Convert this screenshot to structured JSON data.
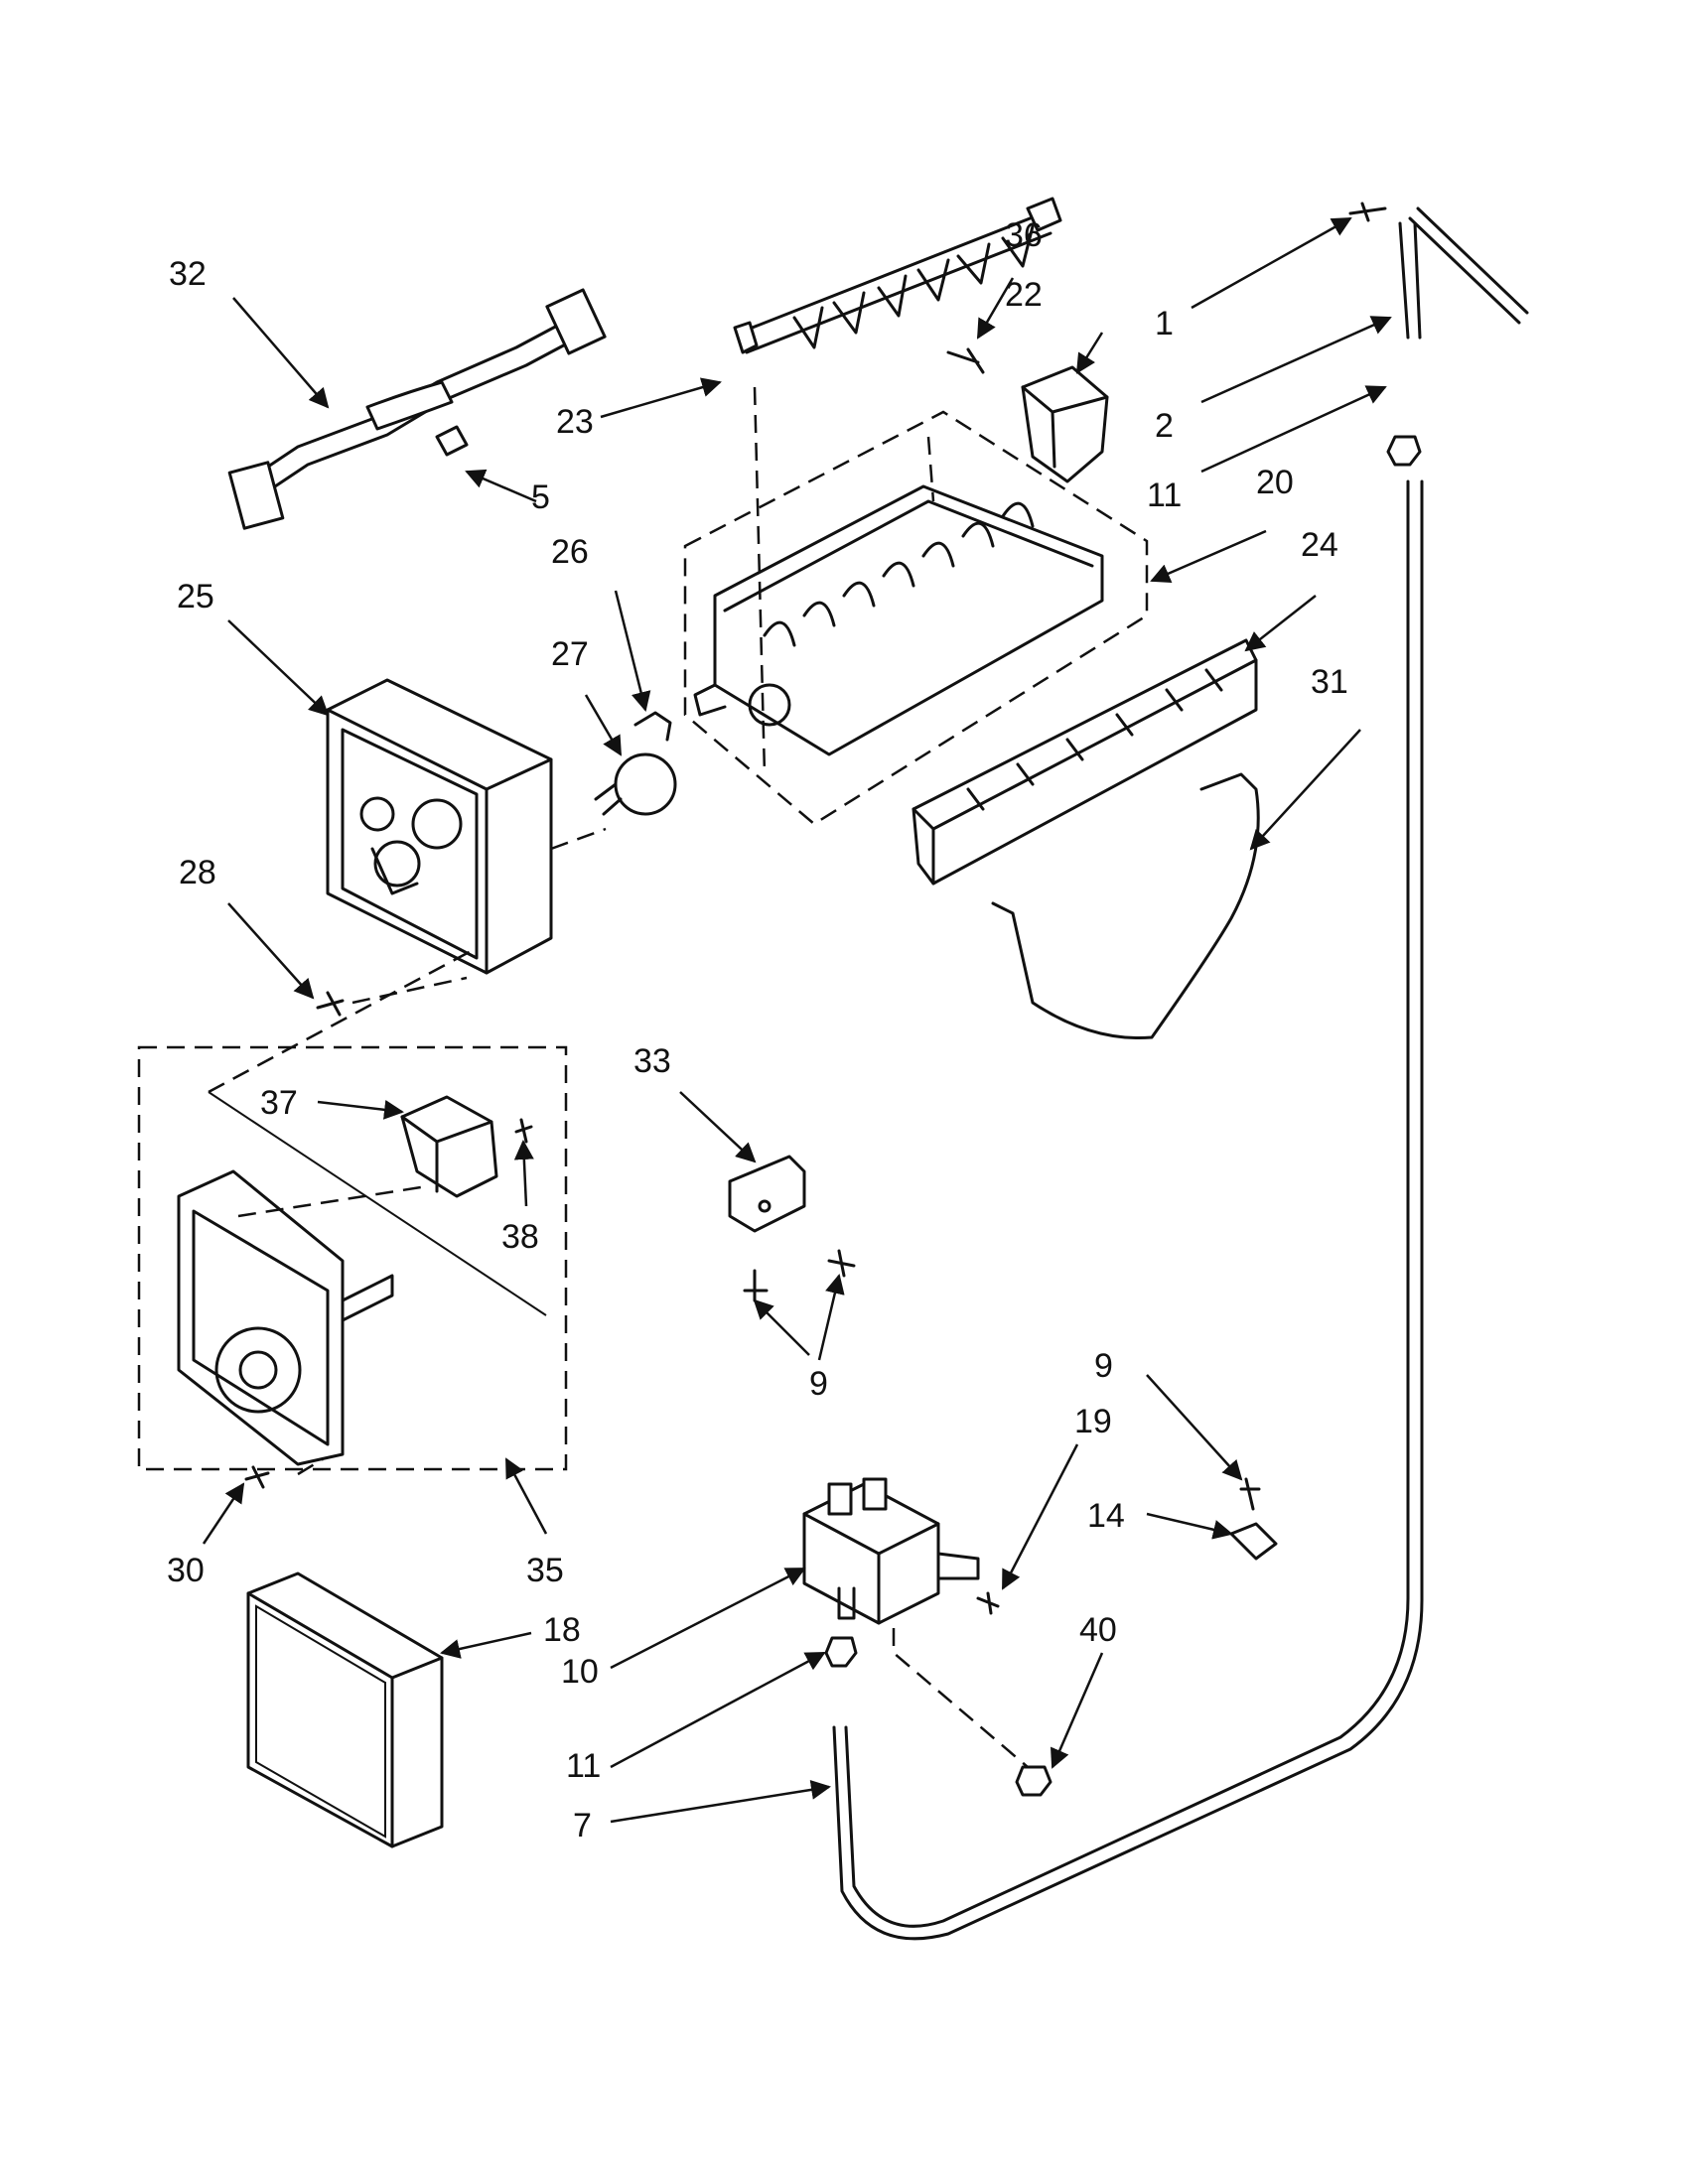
{
  "callouts": [
    {
      "id": "c32",
      "label": "32"
    },
    {
      "id": "c5",
      "label": "5"
    },
    {
      "id": "c23",
      "label": "23"
    },
    {
      "id": "c36",
      "label": "36"
    },
    {
      "id": "c22",
      "label": "22"
    },
    {
      "id": "c1",
      "label": "1"
    },
    {
      "id": "c2",
      "label": "2"
    },
    {
      "id": "c11a",
      "label": "11"
    },
    {
      "id": "c20",
      "label": "20"
    },
    {
      "id": "c24",
      "label": "24"
    },
    {
      "id": "c31",
      "label": "31"
    },
    {
      "id": "c25",
      "label": "25"
    },
    {
      "id": "c26",
      "label": "26"
    },
    {
      "id": "c27",
      "label": "27"
    },
    {
      "id": "c28",
      "label": "28"
    },
    {
      "id": "c33",
      "label": "33"
    },
    {
      "id": "c37",
      "label": "37"
    },
    {
      "id": "c38",
      "label": "38"
    },
    {
      "id": "c9a",
      "label": "9"
    },
    {
      "id": "c9b",
      "label": "9"
    },
    {
      "id": "c19",
      "label": "19"
    },
    {
      "id": "c14",
      "label": "14"
    },
    {
      "id": "c30",
      "label": "30"
    },
    {
      "id": "c35",
      "label": "35"
    },
    {
      "id": "c18",
      "label": "18"
    },
    {
      "id": "c10",
      "label": "10"
    },
    {
      "id": "c40",
      "label": "40"
    },
    {
      "id": "c11b",
      "label": "11"
    },
    {
      "id": "c7",
      "label": "7"
    }
  ]
}
